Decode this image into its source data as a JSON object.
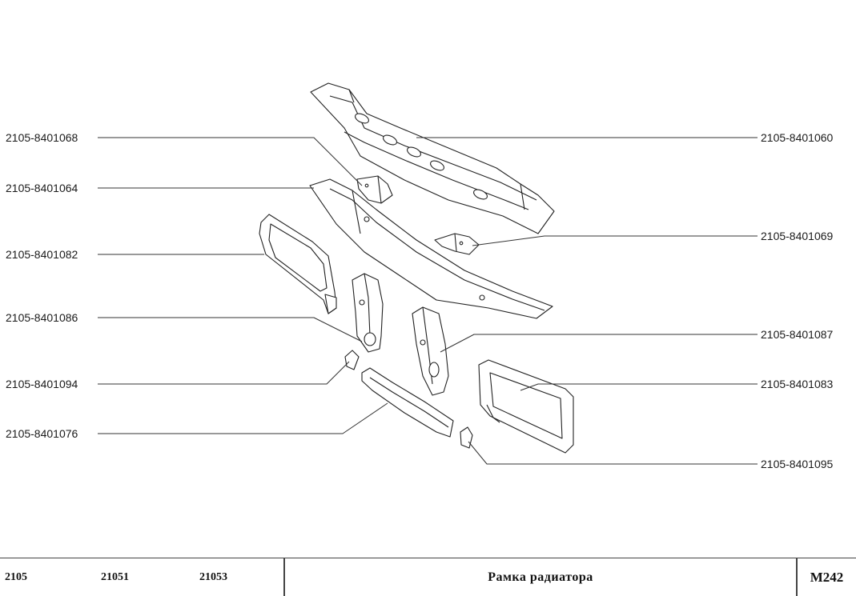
{
  "parts": {
    "p068": "2105-8401068",
    "p064": "2105-8401064",
    "p082": "2105-8401082",
    "p086": "2105-8401086",
    "p094": "2105-8401094",
    "p076": "2105-8401076",
    "p060": "2105-8401060",
    "p069": "2105-8401069",
    "p087": "2105-8401087",
    "p083": "2105-8401083",
    "p095": "2105-8401095"
  },
  "footer": {
    "models": [
      "2105",
      "21051",
      "21053"
    ],
    "title": "Рамка радиатора",
    "code": "M242"
  }
}
